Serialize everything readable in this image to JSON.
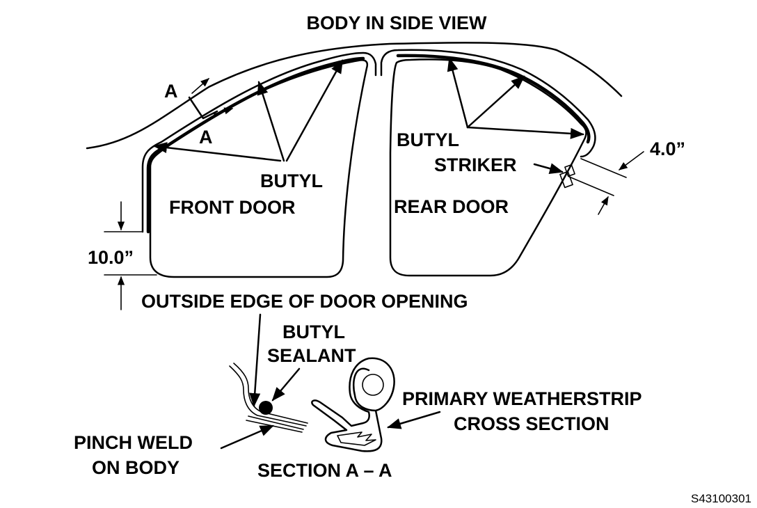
{
  "labels": {
    "title": "BODY IN SIDE VIEW",
    "section_a_top": "A",
    "section_a_bottom": "A",
    "butyl_front": "BUTYL",
    "front_door": "FRONT DOOR",
    "butyl_rear": "BUTYL",
    "striker": "STRIKER",
    "dim_4": "4.0”",
    "rear_door": "REAR DOOR",
    "dim_10": "10.0”",
    "outside_edge": "OUTSIDE EDGE OF DOOR OPENING",
    "butyl_sealant_line1": "BUTYL",
    "butyl_sealant_line2": "SEALANT",
    "primary_line1": "PRIMARY WEATHERSTRIP",
    "primary_line2": "CROSS SECTION",
    "pinch_line1": "PINCH WELD",
    "pinch_line2": "ON BODY",
    "section_label": "SECTION A – A",
    "figure_id": "S43100301"
  }
}
